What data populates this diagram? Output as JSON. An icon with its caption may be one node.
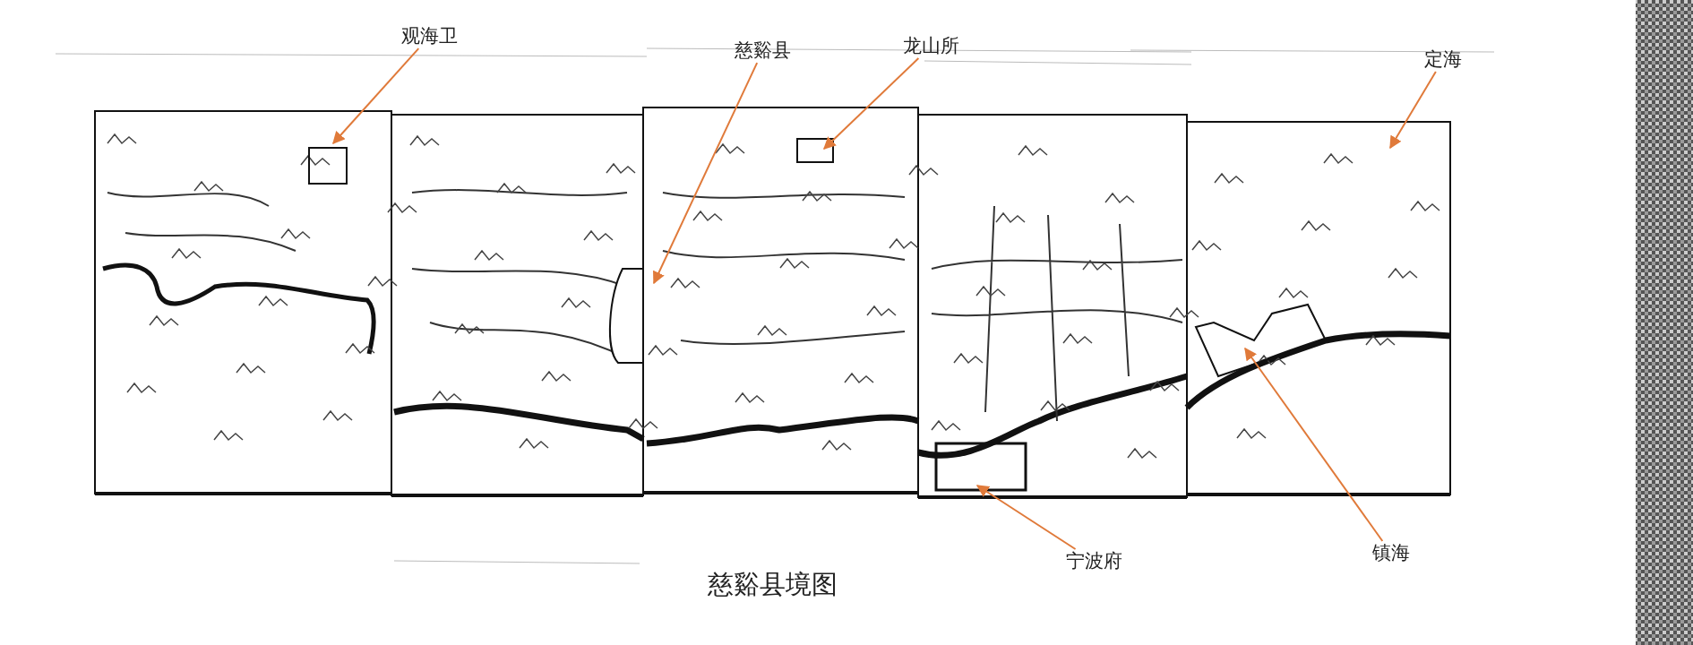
{
  "diagram": {
    "caption": "慈谿县境图",
    "nodes": [
      {
        "text": [
          "观海卫"
        ]
      },
      {
        "text": [
          "慈谿县"
        ]
      },
      {
        "text": [
          "龙山所"
        ]
      },
      {
        "text": [
          "定海"
        ]
      },
      {
        "text": [
          "宁波府"
        ]
      },
      {
        "text": [
          "镇海"
        ]
      }
    ],
    "edges": [
      {
        "from": 0,
        "to": null,
        "arrow": "to"
      },
      {
        "from": 1,
        "to": null,
        "arrow": "to"
      },
      {
        "from": 2,
        "to": null,
        "arrow": "to"
      },
      {
        "from": 3,
        "to": null,
        "arrow": "to"
      },
      {
        "from": 4,
        "to": null,
        "arrow": "to"
      },
      {
        "from": 5,
        "to": null,
        "arrow": "to"
      }
    ]
  }
}
